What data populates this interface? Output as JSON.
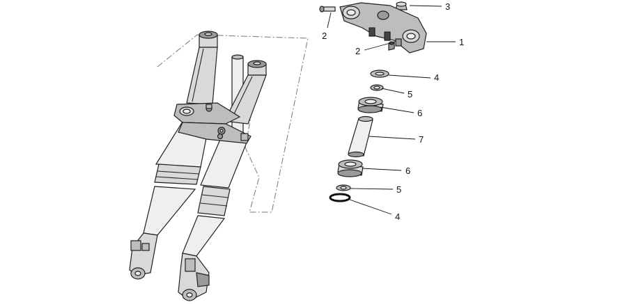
{
  "callouts": [
    {
      "id": "c3",
      "label": "3"
    },
    {
      "id": "c2a",
      "label": "2"
    },
    {
      "id": "c1",
      "label": "1"
    },
    {
      "id": "c2b",
      "label": "2"
    },
    {
      "id": "c4a",
      "label": "4"
    },
    {
      "id": "c5a",
      "label": "5"
    },
    {
      "id": "c6a",
      "label": "6"
    },
    {
      "id": "c7",
      "label": "7"
    },
    {
      "id": "c6b",
      "label": "6"
    },
    {
      "id": "c5b",
      "label": "5"
    },
    {
      "id": "c4b",
      "label": "4"
    }
  ]
}
